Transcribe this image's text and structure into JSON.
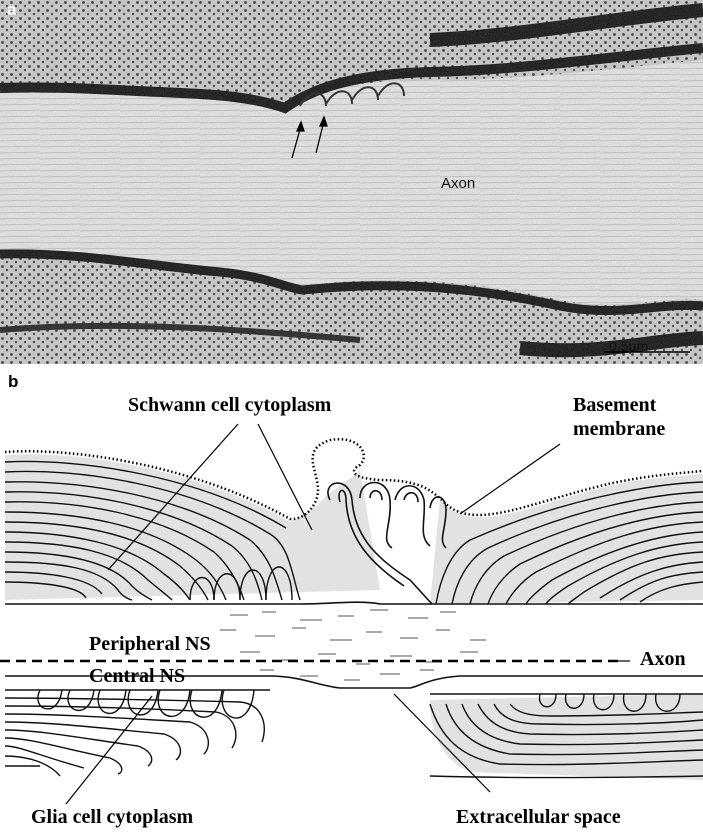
{
  "panel_a": {
    "letter": "a",
    "axon_label": "Axon",
    "scale_bar": "0.5μm"
  },
  "panel_b": {
    "letter": "b",
    "labels": {
      "schwann": "Schwann cell cytoplasm",
      "basement_1": "Basement",
      "basement_2": "membrane",
      "peripheral": "Peripheral NS",
      "central": "Central NS",
      "axon": "Axon",
      "glia": "Glia cell cytoplasm",
      "extracellular": "Extracellular space"
    }
  }
}
